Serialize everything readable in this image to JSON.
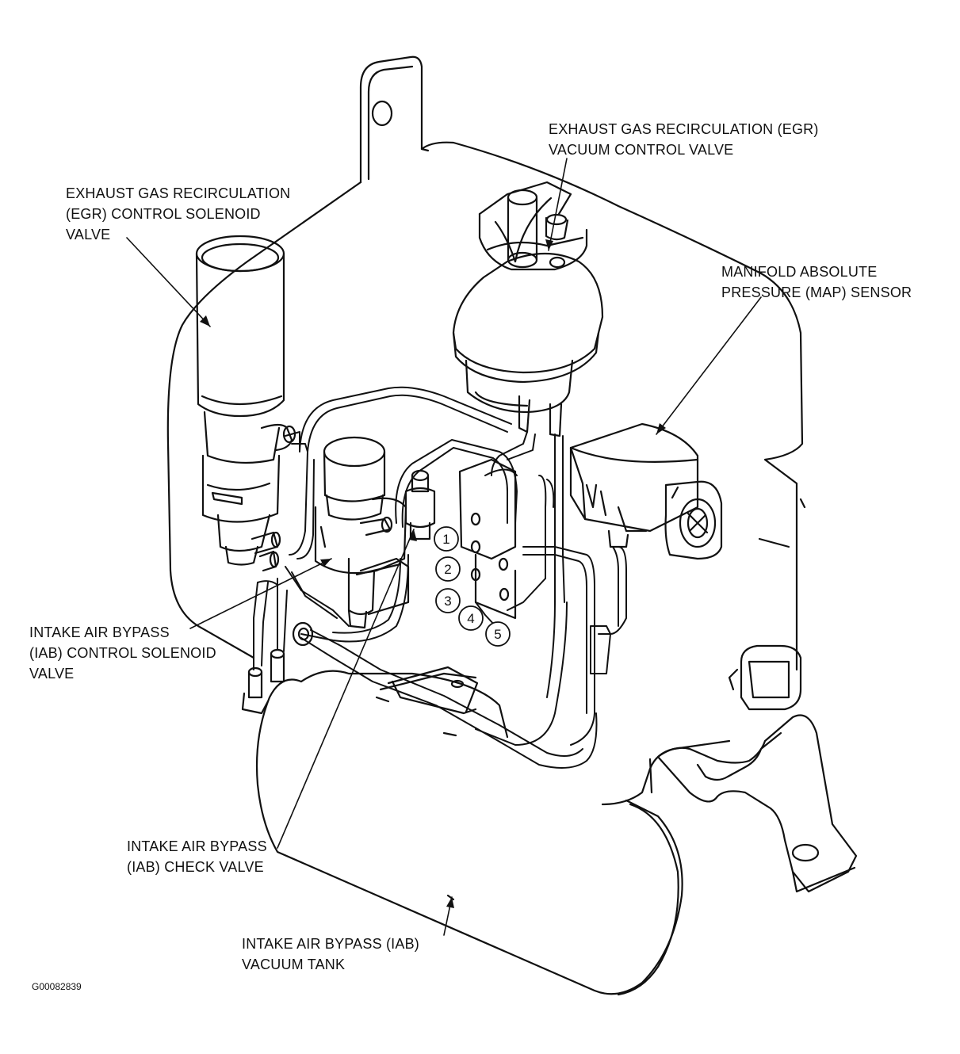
{
  "labels": {
    "egr_vacuum_control_valve": [
      "EXHAUST GAS RECIRCULATION (EGR)",
      "VACUUM CONTROL VALVE"
    ],
    "egr_control_solenoid_valve": [
      "EXHAUST GAS RECIRCULATION",
      "(EGR) CONTROL SOLENOID",
      "VALVE"
    ],
    "map_sensor": [
      "MANIFOLD ABSOLUTE",
      "PRESSURE (MAP) SENSOR"
    ],
    "iab_control_solenoid_valve": [
      "INTAKE AIR BYPASS",
      "(IAB) CONTROL SOLENOID",
      "VALVE"
    ],
    "iab_check_valve": [
      "INTAKE AIR BYPASS",
      "(IAB) CHECK VALVE"
    ],
    "iab_vacuum_tank": [
      "INTAKE AIR BYPASS (IAB)",
      "VACUUM TANK"
    ]
  },
  "port_numbers": [
    "1",
    "2",
    "3",
    "4",
    "5"
  ],
  "figure_code": "G00082839"
}
